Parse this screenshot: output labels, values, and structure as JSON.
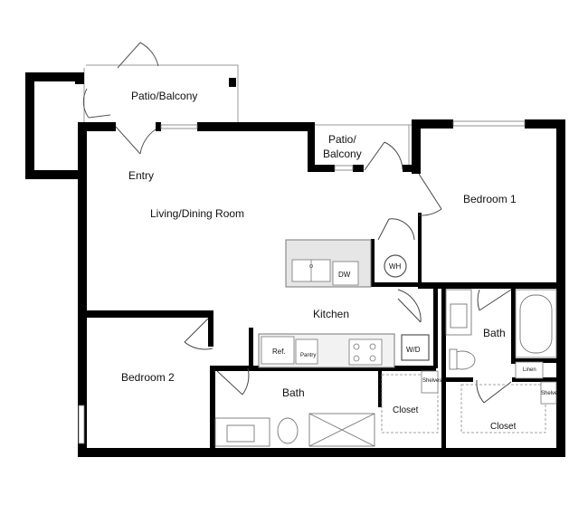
{
  "rooms": {
    "patio_left": "Patio/Balcony",
    "patio_right_line1": "Patio/",
    "patio_right_line2": "Balcony",
    "entry": "Entry",
    "living": "Living/Dining Room",
    "bedroom1": "Bedroom 1",
    "bedroom2": "Bedroom 2",
    "kitchen": "Kitchen",
    "bath_right": "Bath",
    "bath_bottom": "Bath",
    "closet_center": "Closet",
    "closet_right": "Closet"
  },
  "fixtures": {
    "dishwasher": "DW",
    "water_heater": "WH",
    "refrigerator": "Ref.",
    "pantry": "Pantry",
    "washer_dryer": "W/D",
    "linen": "Linen",
    "shelves_center": "Shelves",
    "shelves_right": "Shelves"
  },
  "colors": {
    "wall": "#000000",
    "fixture_line": "#6b6b6b",
    "counter": "#e6e6e6"
  }
}
